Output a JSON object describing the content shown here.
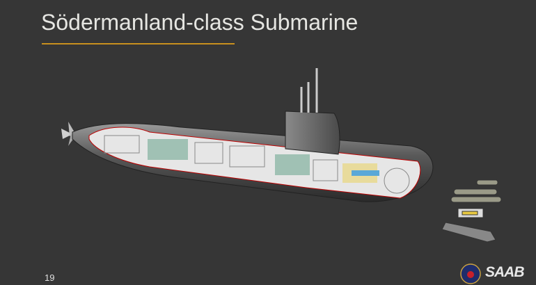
{
  "slide": {
    "title": "Södermanland-class Submarine",
    "page_number": "19",
    "brand": "SAAB",
    "accent_color": "#c8901e"
  }
}
